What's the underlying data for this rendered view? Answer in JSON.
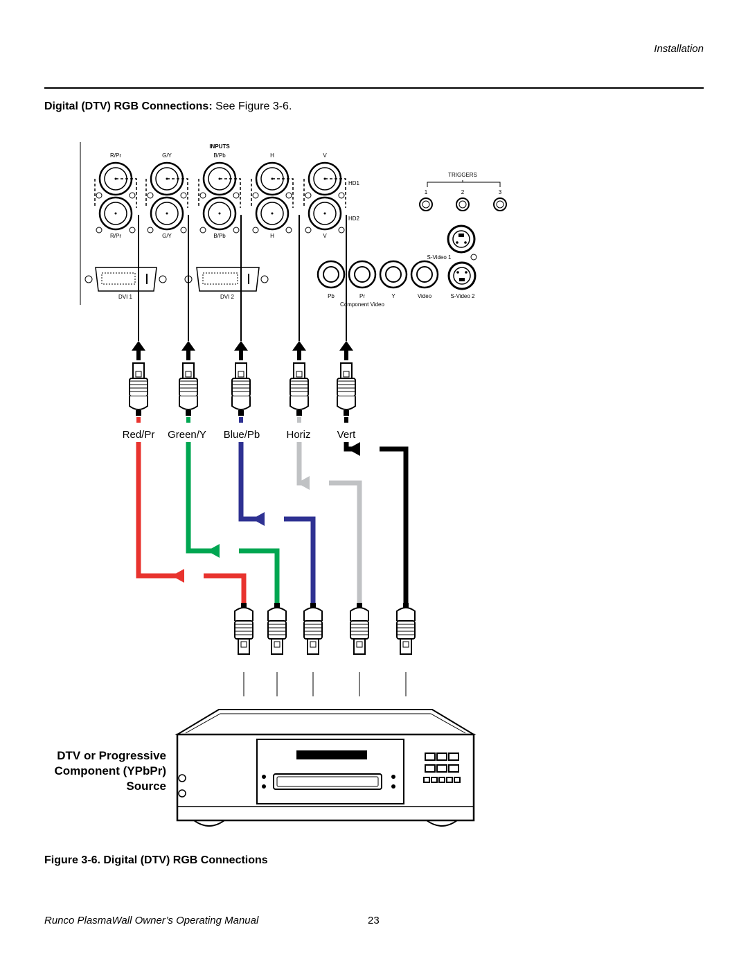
{
  "header": {
    "section": "Installation"
  },
  "heading": {
    "bold": "Digital (DTV) RGB Connections:",
    "rest": " See Figure 3-6."
  },
  "panel": {
    "inputs_label": "INPUTS",
    "top_labels": [
      "R/Pr",
      "G/Y",
      "B/Pb",
      "H",
      "V"
    ],
    "bottom_labels": [
      "R/Pr",
      "G/Y",
      "B/Pb",
      "H",
      "V"
    ],
    "hd1": "HD1",
    "hd2": "HD2",
    "dvi1": "DVI 1",
    "dvi2": "DVI 2",
    "triggers": "TRIGGERS",
    "trigger_nums": [
      "1",
      "2",
      "3"
    ],
    "svideo1": "S-Video 1",
    "rca_labels": [
      "Pb",
      "Pr",
      "Y",
      "Video"
    ],
    "svideo2": "S-Video 2",
    "component_video": "Component Video"
  },
  "cables": [
    {
      "label": "Red/Pr",
      "color": "#e8332e"
    },
    {
      "label": "Green/Y",
      "color": "#00a651"
    },
    {
      "label": "Blue/Pb",
      "color": "#2e3192"
    },
    {
      "label": "Horiz",
      "color": "#c0c2c4"
    },
    {
      "label": "Vert",
      "color": "#000000"
    }
  ],
  "source_label": [
    "DTV or Progressive",
    "Component (YPbPr)",
    "Source"
  ],
  "caption": "Figure 3-6. Digital (DTV) RGB Connections",
  "footer": {
    "title": "Runco PlasmaWall Owner’s Operating Manual",
    "page": "23"
  }
}
